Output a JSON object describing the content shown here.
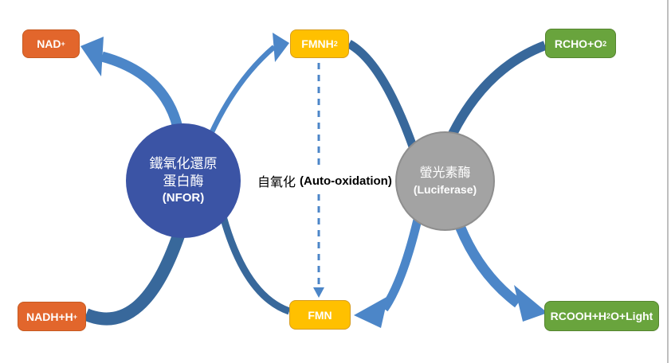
{
  "boxes": {
    "nad": {
      "base": "NAD",
      "sup": "+"
    },
    "nadh": {
      "base": "NADH+H",
      "sup": "+"
    },
    "fmnh2": {
      "base": "FMNH",
      "sub": "2"
    },
    "fmn": {
      "base": "FMN"
    },
    "rcho": {
      "base": "RCHO+O",
      "sub": "2"
    },
    "rcooh": {
      "pre": "RCOOH+H",
      "sub": "2",
      "post": "O+Light"
    }
  },
  "enzymes": {
    "nfor": {
      "line1": "鐵氧化還原",
      "line2": "蛋白酶",
      "line3": "(NFOR)"
    },
    "luciferase": {
      "line1": "螢光素酶",
      "line2": "(Luciferase)"
    }
  },
  "center_label": {
    "cjk": "自氧化",
    "latin": "(Auto-oxidation)"
  },
  "arrows": [
    {
      "from": "NADH+H+",
      "to": "NFOR",
      "style": "solid",
      "color": "#38689B"
    },
    {
      "from": "NFOR",
      "to": "NAD+",
      "style": "solid",
      "color": "#4C86C8"
    },
    {
      "from": "NFOR",
      "to": "FMNH2",
      "style": "solid",
      "color": "#4C86C8"
    },
    {
      "from": "FMNH2",
      "to": "Luciferase",
      "style": "solid",
      "color": "#38689B"
    },
    {
      "from": "RCHO+O2",
      "to": "Luciferase",
      "style": "solid",
      "color": "#38689B"
    },
    {
      "from": "Luciferase",
      "to": "FMN",
      "style": "solid",
      "color": "#4C86C8"
    },
    {
      "from": "FMN",
      "to": "NFOR",
      "style": "solid",
      "color": "#38689B"
    },
    {
      "from": "Luciferase",
      "to": "RCOOH+H2O+Light",
      "style": "solid",
      "color": "#4C86C8"
    },
    {
      "from": "FMNH2",
      "to": "FMN",
      "style": "dashed",
      "color": "#4C86C8",
      "label": "自氧化 (Auto-oxidation)"
    }
  ],
  "colors": {
    "substrate-orange": "#E2662C",
    "orange-border": "#C55A21",
    "flavin-yellow": "#FFC000",
    "yellow-border": "#D69C1E",
    "product-green": "#69A43D",
    "green-border": "#55842F",
    "nfor-blue": "#3B54A5",
    "luciferase-gray": "#A3A3A3",
    "gray-border": "#8E8E8E",
    "arrow-light-blue": "#4C86C8",
    "arrow-dark-blue": "#38689B",
    "label-black": "#000000",
    "edge-gray": "#BFBFBF"
  }
}
